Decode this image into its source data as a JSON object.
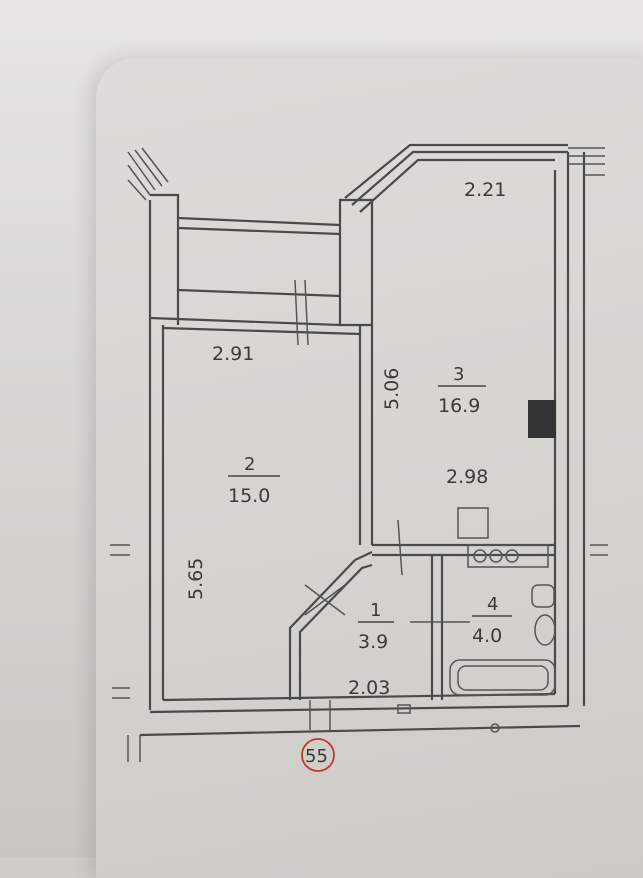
{
  "plan": {
    "rooms": [
      {
        "number": "1",
        "area": "3.9"
      },
      {
        "number": "2",
        "area": "15.0"
      },
      {
        "number": "3",
        "area": "16.9"
      },
      {
        "number": "4",
        "area": "4.0"
      }
    ],
    "dimensions": {
      "top_right": "2.21",
      "top_left": "2.91",
      "room3_height": "5.06",
      "room2_height": "5.65",
      "room3_width": "2.98",
      "hall_width": "2.03"
    },
    "marker": "55"
  }
}
